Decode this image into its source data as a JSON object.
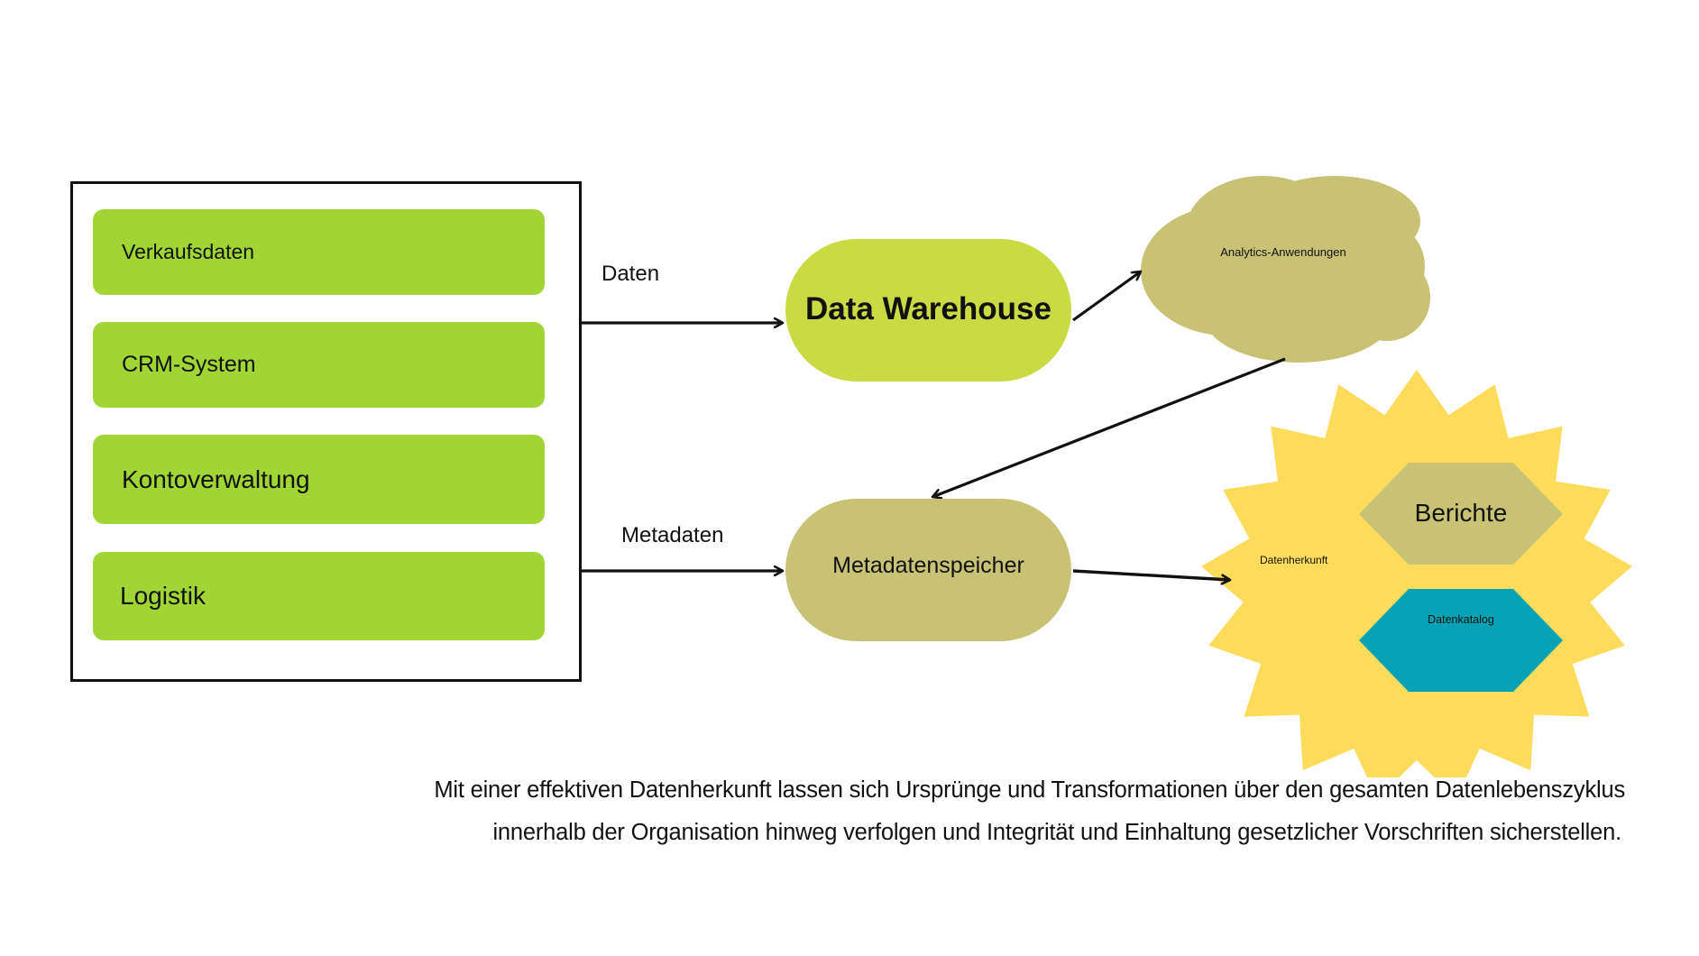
{
  "sources": {
    "items": [
      {
        "label": "Verkaufsdaten"
      },
      {
        "label": "CRM-System"
      },
      {
        "label": "Kontoverwaltung"
      },
      {
        "label": "Logistik"
      }
    ]
  },
  "flows": {
    "data_label": "Daten",
    "metadata_label": "Metadaten"
  },
  "nodes": {
    "data_warehouse": "Data Warehouse",
    "metadata_store": "Metadatenspeicher",
    "analytics": "Analytics-Anwendungen",
    "lineage": "Datenherkunft",
    "reports": "Berichte",
    "catalog": "Datenkatalog"
  },
  "caption": {
    "line1": "Mit einer effektiven Datenherkunft lassen sich Ursprünge und Transformationen über den gesamten Datenlebenszyklus",
    "line2": "innerhalb der Organisation hinweg verfolgen und Integrität und Einhaltung gesetzlicher Vorschriften sicherstellen."
  },
  "colors": {
    "source_green": "#a0d535",
    "warehouse_lime": "#c9da42",
    "olive": "#c8c374",
    "star_yellow": "#fddc5c",
    "catalog_teal": "#03a3b5"
  }
}
